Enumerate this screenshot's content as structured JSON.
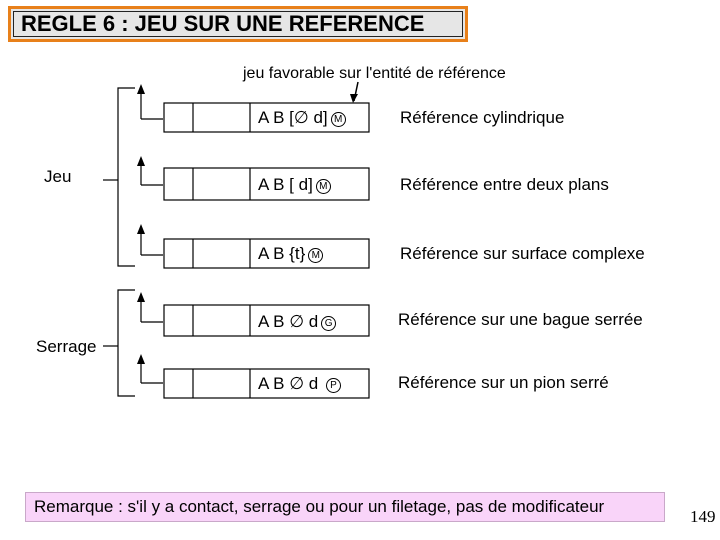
{
  "title": "REGLE 6 : JEU SUR UNE REFERENCE",
  "annotation": "jeu favorable sur l'entité de référence",
  "groups": {
    "jeu": "Jeu",
    "serrage": "Serrage"
  },
  "frames": [
    {
      "prefix": "A  B [",
      "symbol": "∅",
      "suffix": " d]",
      "modifier": "M",
      "description": "Référence cylindrique"
    },
    {
      "prefix": "A  B [ d]",
      "symbol": "",
      "suffix": "",
      "modifier": "M",
      "description": "Référence entre deux plans"
    },
    {
      "prefix": "A  B {t}",
      "symbol": "",
      "suffix": "",
      "modifier": "M",
      "description": "Référence sur surface complexe"
    },
    {
      "prefix": "A  B ",
      "symbol": "∅",
      "suffix": " d",
      "modifier": "G",
      "description": "Référence sur une bague serrée"
    },
    {
      "prefix": "A  B ",
      "symbol": "∅",
      "suffix": " d ",
      "modifier": "P",
      "description": "Référence sur un pion serré"
    }
  ],
  "note": "Remarque : s'il y a contact, serrage ou pour un filetage, pas de modificateur",
  "page_number": "149"
}
